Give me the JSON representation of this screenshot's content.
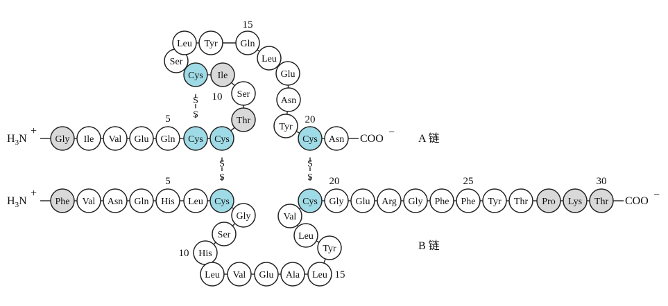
{
  "colors": {
    "cys": "#9fdbe6",
    "grey": "#d9d9d9",
    "plain": "#ffffff"
  },
  "chainA": {
    "label": "A 链",
    "n_term": "H₃N̄ ⁺",
    "c_term": "COO⁻",
    "residues": [
      {
        "name": "Gly",
        "fill": "grey"
      },
      {
        "name": "Ile",
        "fill": "plain"
      },
      {
        "name": "Val",
        "fill": "plain"
      },
      {
        "name": "Glu",
        "fill": "plain"
      },
      {
        "name": "Gln",
        "fill": "plain"
      },
      {
        "name": "Cys",
        "fill": "cys"
      },
      {
        "name": "Cys",
        "fill": "cys"
      },
      {
        "name": "Thr",
        "fill": "grey"
      },
      {
        "name": "Ser",
        "fill": "plain"
      },
      {
        "name": "Ile",
        "fill": "grey"
      },
      {
        "name": "Cys",
        "fill": "cys"
      },
      {
        "name": "Ser",
        "fill": "plain"
      },
      {
        "name": "Leu",
        "fill": "plain"
      },
      {
        "name": "Tyr",
        "fill": "plain"
      },
      {
        "name": "Gln",
        "fill": "plain"
      },
      {
        "name": "Leu",
        "fill": "plain"
      },
      {
        "name": "Glu",
        "fill": "plain"
      },
      {
        "name": "Asn",
        "fill": "plain"
      },
      {
        "name": "Tyr",
        "fill": "plain"
      },
      {
        "name": "Cys",
        "fill": "cys"
      },
      {
        "name": "Asn",
        "fill": "plain"
      }
    ],
    "numbers": [
      "5",
      "10",
      "15",
      "20"
    ]
  },
  "chainB": {
    "label": "B 链",
    "n_term": "H₃N̄ ⁺",
    "c_term": "COO⁻",
    "residues": [
      {
        "name": "Phe",
        "fill": "grey"
      },
      {
        "name": "Val",
        "fill": "plain"
      },
      {
        "name": "Asn",
        "fill": "plain"
      },
      {
        "name": "Gln",
        "fill": "plain"
      },
      {
        "name": "His",
        "fill": "plain"
      },
      {
        "name": "Leu",
        "fill": "plain"
      },
      {
        "name": "Cys",
        "fill": "cys"
      },
      {
        "name": "Gly",
        "fill": "plain"
      },
      {
        "name": "Ser",
        "fill": "plain"
      },
      {
        "name": "His",
        "fill": "plain"
      },
      {
        "name": "Leu",
        "fill": "plain"
      },
      {
        "name": "Val",
        "fill": "plain"
      },
      {
        "name": "Glu",
        "fill": "plain"
      },
      {
        "name": "Ala",
        "fill": "plain"
      },
      {
        "name": "Leu",
        "fill": "plain"
      },
      {
        "name": "Tyr",
        "fill": "plain"
      },
      {
        "name": "Leu",
        "fill": "plain"
      },
      {
        "name": "Val",
        "fill": "plain"
      },
      {
        "name": "Cys",
        "fill": "cys"
      },
      {
        "name": "Gly",
        "fill": "plain"
      },
      {
        "name": "Glu",
        "fill": "plain"
      },
      {
        "name": "Arg",
        "fill": "plain"
      },
      {
        "name": "Gly",
        "fill": "plain"
      },
      {
        "name": "Phe",
        "fill": "plain"
      },
      {
        "name": "Phe",
        "fill": "plain"
      },
      {
        "name": "Tyr",
        "fill": "plain"
      },
      {
        "name": "Thr",
        "fill": "plain"
      },
      {
        "name": "Pro",
        "fill": "grey"
      },
      {
        "name": "Lys",
        "fill": "grey"
      },
      {
        "name": "Thr",
        "fill": "grey"
      }
    ],
    "numbers": [
      "5",
      "10",
      "15",
      "20",
      "25",
      "30"
    ]
  },
  "disulfide_symbol": "S"
}
